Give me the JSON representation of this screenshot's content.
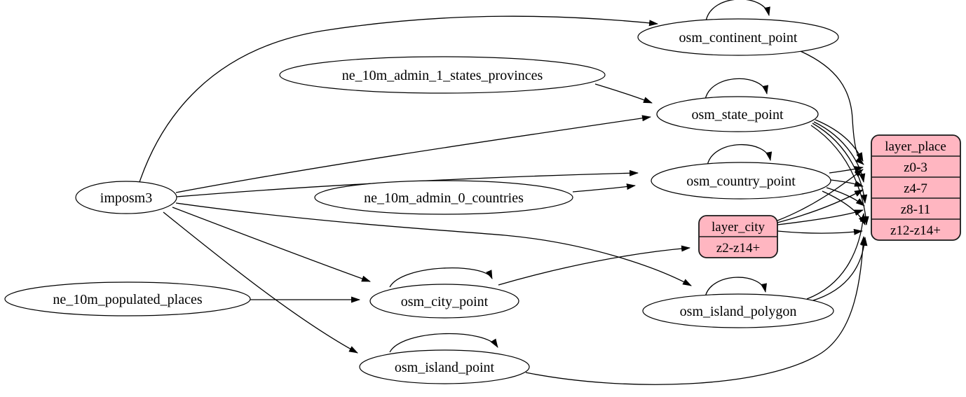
{
  "graph": {
    "background_color": "#ffffff",
    "edge_color": "#000000",
    "record_fill_color": "#ffb6c1",
    "table_nodes": {
      "imposm3": "imposm3",
      "ne_10m_populated_places": "ne_10m_populated_places",
      "ne_10m_admin_1_states_provinces": "ne_10m_admin_1_states_provinces",
      "ne_10m_admin_0_countries": "ne_10m_admin_0_countries",
      "osm_continent_point": "osm_continent_point",
      "osm_state_point": "osm_state_point",
      "osm_country_point": "osm_country_point",
      "osm_city_point": "osm_city_point",
      "osm_island_polygon": "osm_island_polygon",
      "osm_island_point": "osm_island_point"
    },
    "layer_nodes": {
      "layer_city": {
        "title": "layer_city",
        "rows": [
          "z2-z14+"
        ]
      },
      "layer_place": {
        "title": "layer_place",
        "rows": [
          "z0-3",
          "z4-7",
          "z8-11",
          "z12-z14+"
        ]
      }
    },
    "edges": [
      {
        "from": "imposm3",
        "to": "osm_continent_point"
      },
      {
        "from": "imposm3",
        "to": "osm_state_point"
      },
      {
        "from": "imposm3",
        "to": "osm_country_point"
      },
      {
        "from": "imposm3",
        "to": "osm_city_point"
      },
      {
        "from": "imposm3",
        "to": "osm_island_polygon"
      },
      {
        "from": "imposm3",
        "to": "osm_island_point"
      },
      {
        "from": "ne_10m_admin_1_states_provinces",
        "to": "osm_state_point"
      },
      {
        "from": "ne_10m_admin_0_countries",
        "to": "osm_country_point"
      },
      {
        "from": "ne_10m_populated_places",
        "to": "osm_city_point"
      },
      {
        "from": "osm_continent_point",
        "to": "osm_continent_point",
        "self_loop": true
      },
      {
        "from": "osm_state_point",
        "to": "osm_state_point",
        "self_loop": true
      },
      {
        "from": "osm_country_point",
        "to": "osm_country_point",
        "self_loop": true
      },
      {
        "from": "osm_city_point",
        "to": "osm_city_point",
        "self_loop": true
      },
      {
        "from": "osm_island_polygon",
        "to": "osm_island_polygon",
        "self_loop": true
      },
      {
        "from": "osm_island_point",
        "to": "osm_island_point",
        "self_loop": true
      },
      {
        "from": "osm_continent_point",
        "to": "layer_place",
        "row": "z0-3"
      },
      {
        "from": "osm_state_point",
        "to": "layer_place",
        "row": "z0-3"
      },
      {
        "from": "osm_state_point",
        "to": "layer_place",
        "row": "z4-7"
      },
      {
        "from": "osm_state_point",
        "to": "layer_place",
        "row": "z8-11"
      },
      {
        "from": "osm_state_point",
        "to": "layer_place",
        "row": "z12-z14+"
      },
      {
        "from": "osm_country_point",
        "to": "layer_place",
        "row": "z0-3"
      },
      {
        "from": "osm_country_point",
        "to": "layer_place",
        "row": "z4-7"
      },
      {
        "from": "osm_country_point",
        "to": "layer_place",
        "row": "z8-11"
      },
      {
        "from": "osm_country_point",
        "to": "layer_place",
        "row": "z12-z14+"
      },
      {
        "from": "osm_city_point",
        "to": "layer_city",
        "row": "z2-z14+"
      },
      {
        "from": "layer_city",
        "to": "layer_place",
        "row": "z0-3"
      },
      {
        "from": "layer_city",
        "to": "layer_place",
        "row": "z4-7"
      },
      {
        "from": "layer_city",
        "to": "layer_place",
        "row": "z8-11"
      },
      {
        "from": "layer_city",
        "to": "layer_place",
        "row": "z12-z14+"
      },
      {
        "from": "osm_island_polygon",
        "to": "layer_place",
        "row": "z8-11"
      },
      {
        "from": "osm_island_polygon",
        "to": "layer_place",
        "row": "z12-z14+"
      },
      {
        "from": "osm_island_point",
        "to": "layer_place",
        "row": "z12-z14+"
      }
    ]
  }
}
